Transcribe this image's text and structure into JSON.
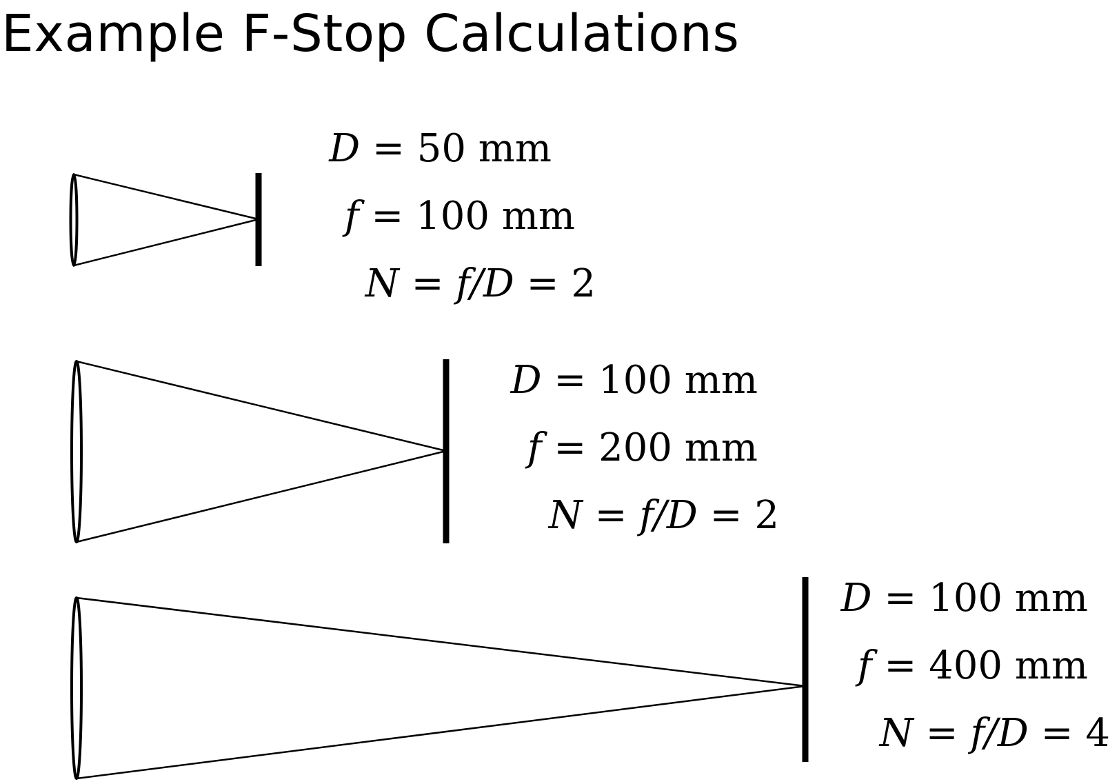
{
  "title": "Example F-Stop Calculations",
  "colors": {
    "stroke": "#000000",
    "background": "#ffffff"
  },
  "examples": [
    {
      "D": {
        "symbol": "D",
        "value": "50",
        "unit": "mm"
      },
      "f": {
        "symbol": "f",
        "value": "100",
        "unit": "mm"
      },
      "N": {
        "symbol": "N",
        "expr": "f/D",
        "value": "2"
      }
    },
    {
      "D": {
        "symbol": "D",
        "value": "100",
        "unit": "mm"
      },
      "f": {
        "symbol": "f",
        "value": "200",
        "unit": "mm"
      },
      "N": {
        "symbol": "N",
        "expr": "f/D",
        "value": "2"
      }
    },
    {
      "D": {
        "symbol": "D",
        "value": "100",
        "unit": "mm"
      },
      "f": {
        "symbol": "f",
        "value": "400",
        "unit": "mm"
      },
      "N": {
        "symbol": "N",
        "expr": "f/D",
        "value": "4"
      }
    }
  ]
}
